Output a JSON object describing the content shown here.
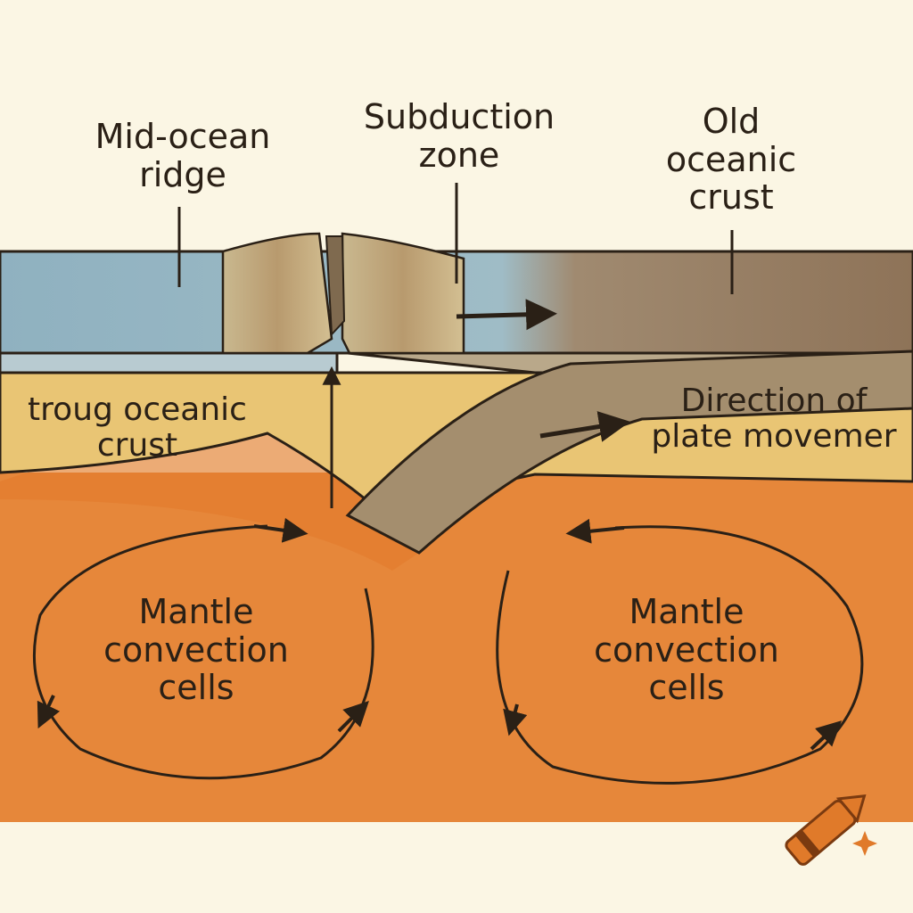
{
  "labels": {
    "mid_ocean_ridge": "Mid-ocean\nridge",
    "subduction_zone": "Subduction\nzone",
    "old_oceanic_crust": "Old\noceanic\ncrust",
    "young_oceanic_crust": "troug oceanic\ncrust",
    "direction_of_plate_movement": "Direction of\nplate movemer",
    "mantle_convection_left": "Mantle\nconvection\ncells",
    "mantle_convection_right": "Mantle\nconvection\ncells"
  },
  "colors": {
    "background": "#fbf6e4",
    "ocean": "#8fb1c0",
    "old_crust": "#8e7358",
    "young_crust": "#e9c574",
    "mantle": "#e6873a",
    "slab": "#a48e6e",
    "ink": "#2a2016",
    "logo": "#e07a2a"
  },
  "icons": {
    "logo": "crayon-icon",
    "sparkle": "sparkle-icon"
  }
}
